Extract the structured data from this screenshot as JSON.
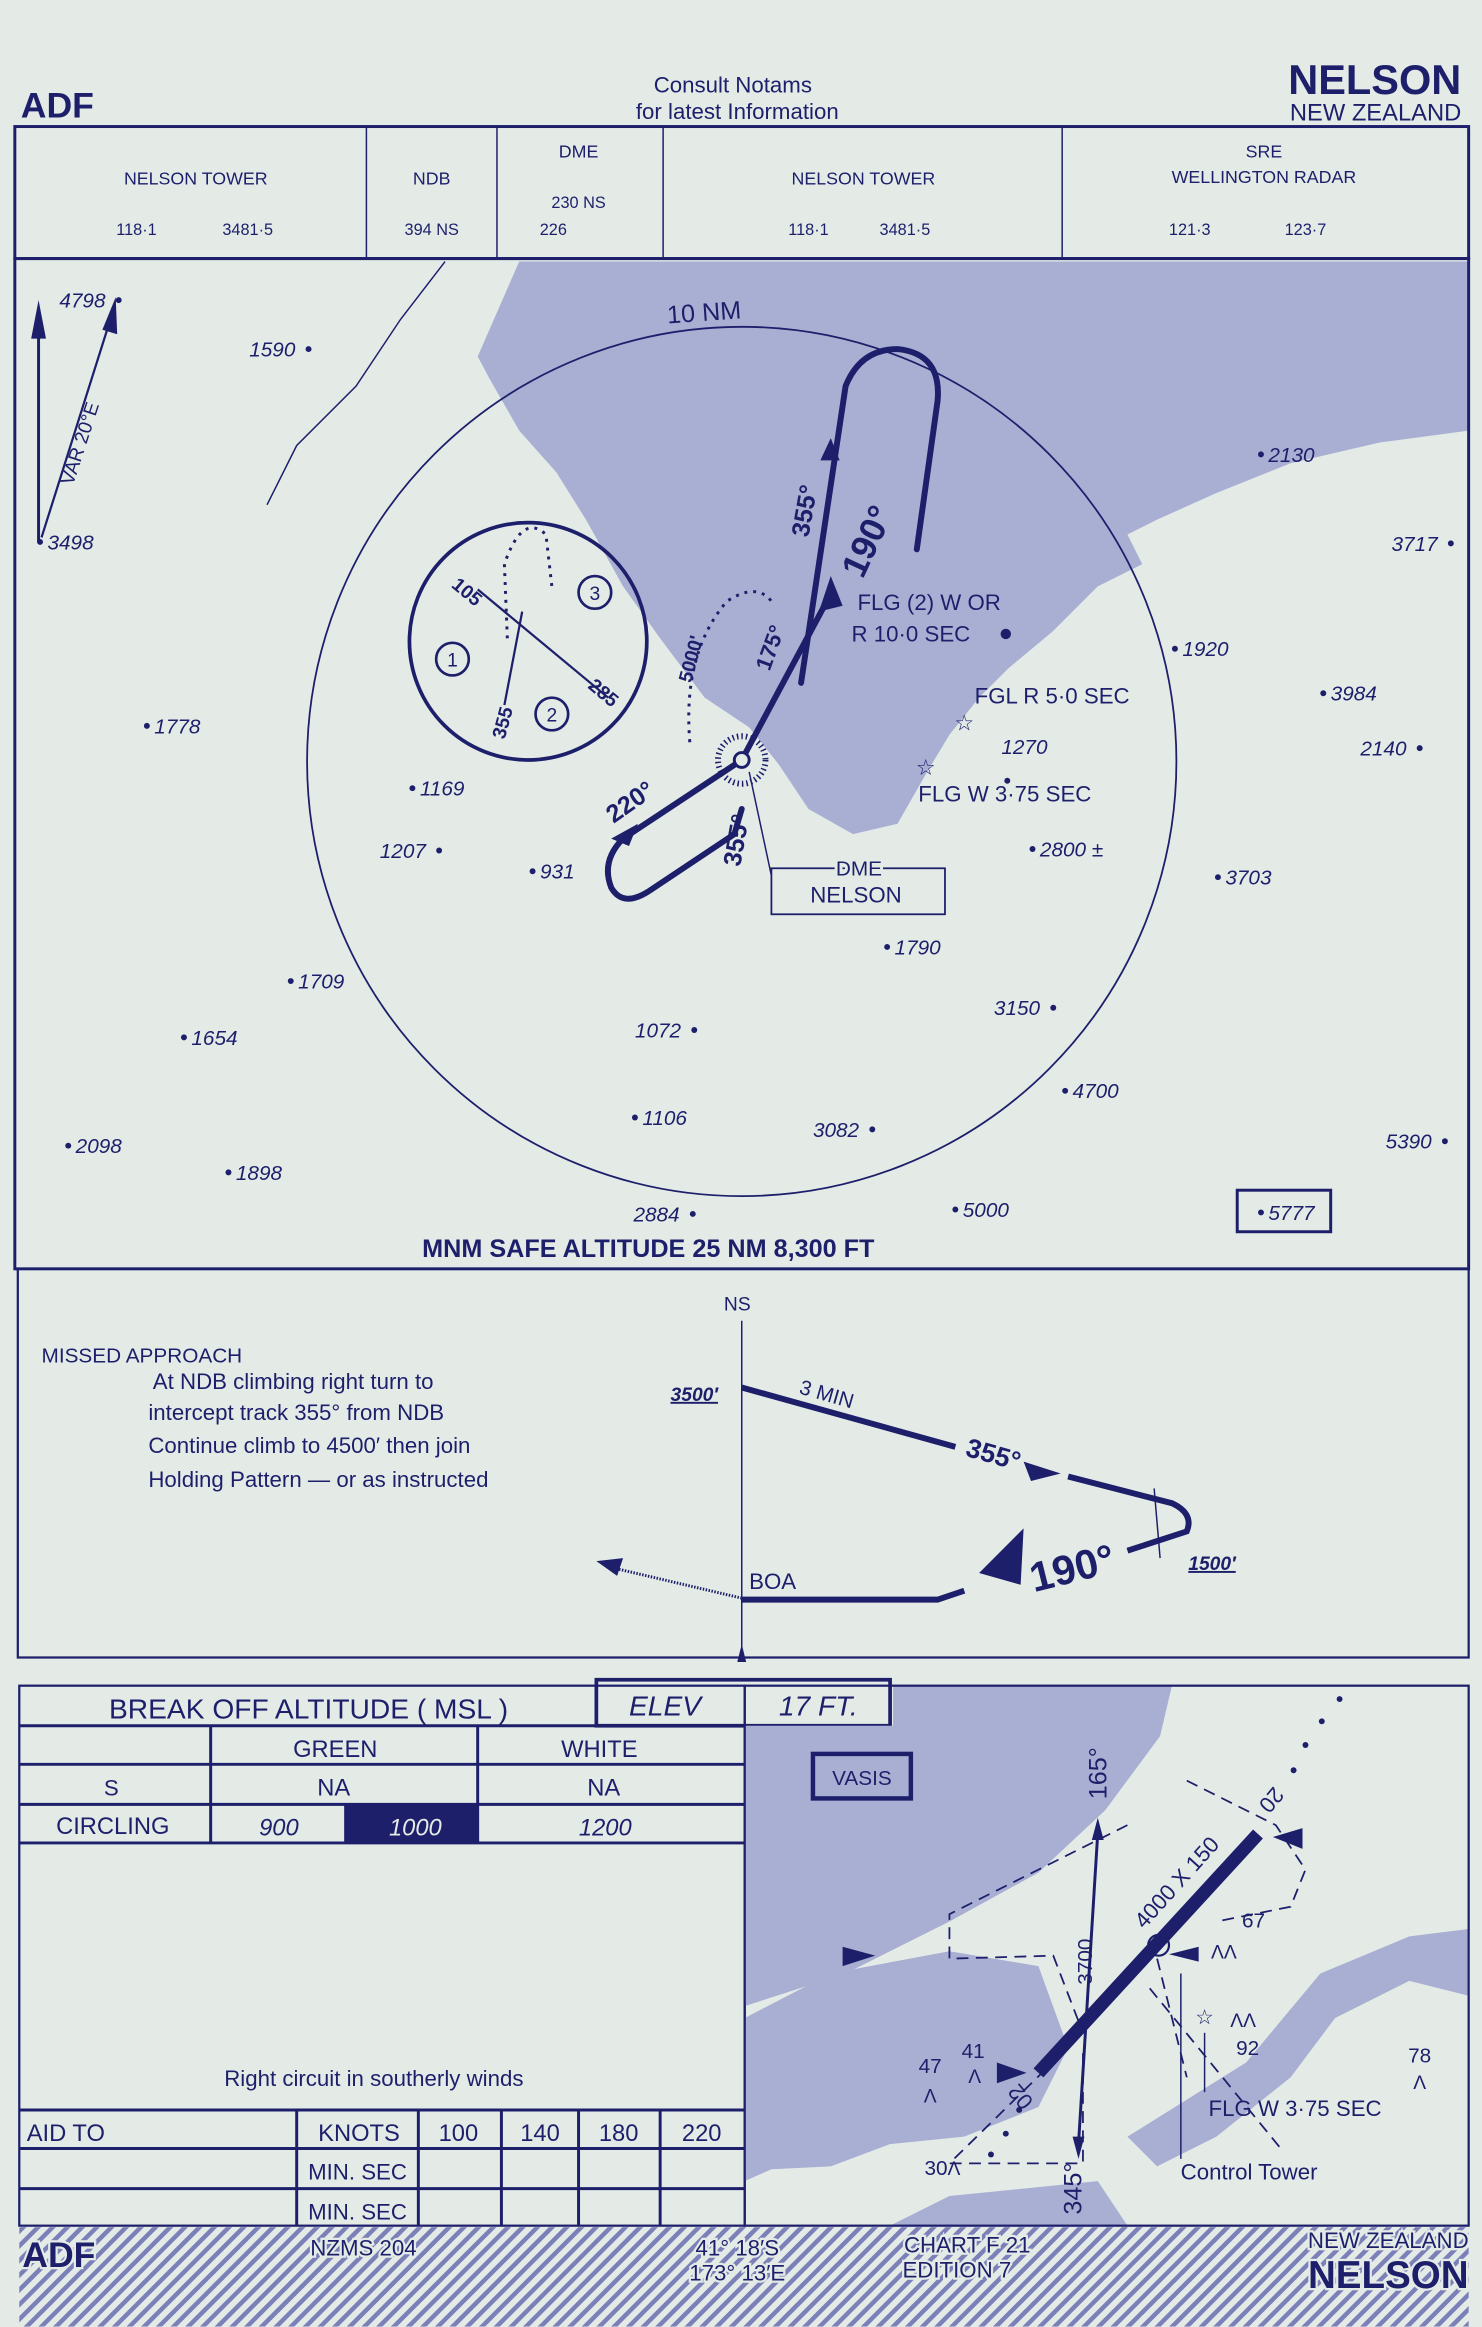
{
  "header": {
    "procedure": "ADF",
    "notice_line1": "Consult  Notams",
    "notice_line2": "for  latest  Information",
    "airport": "NELSON",
    "country": "NEW ZEALAND"
  },
  "frequencies": {
    "tower_left": {
      "label": "NELSON TOWER",
      "freq1": "118·1",
      "freq2": "3481·5"
    },
    "ndb": {
      "label": "NDB",
      "value": "394  NS"
    },
    "dme": {
      "label": "DME",
      "value1": "230   NS",
      "value2": "226"
    },
    "tower_right": {
      "label": "NELSON TOWER",
      "freq1": "118·1",
      "freq2": "3481·5"
    },
    "radar": {
      "label1": "SRE",
      "label2": "WELLINGTON RADAR",
      "freq1": "121·3",
      "freq2": "123·7"
    }
  },
  "plan": {
    "variation": "VAR 20°E",
    "range_ring": "10 NM",
    "hold_inset": {
      "brg1": "105",
      "brg2": "285",
      "brg3": "355",
      "sector1": "1",
      "sector2": "2",
      "sector3": "3"
    },
    "tracks": {
      "outbound": "355°",
      "inbound": "190°",
      "track175": "175°",
      "alt5000": "5000'",
      "track220": "220°",
      "track355b": "355°"
    },
    "lights": {
      "flg2": "FLG (2) W OR",
      "flg2b": "R 10·0 SEC",
      "fgl": "FGL  R  5·0 SEC",
      "flg": "FLG   W 3·75 SEC"
    },
    "dme_box": {
      "line1": "DME",
      "line2": "NELSON"
    },
    "spot_heights": [
      "4798",
      "1590",
      "3498",
      "2130",
      "3717",
      "1920",
      "3984",
      "2140",
      "1778",
      "1169",
      "1207",
      "931",
      "2800 ±",
      "3703",
      "1790",
      "1709",
      "1654",
      "3150",
      "1072",
      "4700",
      "1106",
      "3082",
      "5390",
      "2098",
      "1898",
      "2884",
      "5000",
      "1270"
    ],
    "boxed_height": "5777",
    "msa": "MNM SAFE ALTITUDE 25 NM  8,300 FT"
  },
  "profile": {
    "facility": "NS",
    "missed_title": "MISSED  APPROACH",
    "missed_lines": [
      "At NDB climbing right turn to",
      "intercept track 355°  from NDB",
      "Continue climb to 4500′ then join",
      "Holding Pattern — or as instructed"
    ],
    "alt_top": "3500′",
    "time": "3  MIN",
    "outbound": "355°",
    "inbound": "190°",
    "alt_bottom": "1500′",
    "boa": "BOA"
  },
  "boa_table": {
    "title": "BREAK  OFF  ALTITUDE ( MSL )",
    "elev_label": "ELEV",
    "elev_value": "17  FT.",
    "col_green": "GREEN",
    "col_white": "WHITE",
    "rows": [
      {
        "label": "S",
        "green": "NA",
        "white": "NA"
      },
      {
        "label": "CIRCLING",
        "green_a": "900",
        "green_b": "1000",
        "white": "1200"
      }
    ],
    "note": "Right circuit in southerly winds"
  },
  "speed_table": {
    "aid_label": "AID TO",
    "knots_label": "KNOTS",
    "speeds": [
      "100",
      "140",
      "180",
      "220"
    ],
    "row_label": "MIN. SEC"
  },
  "aerodrome": {
    "vasis": "VASIS",
    "runway": "4000 X 150",
    "rwy_02": "02",
    "rwy_20": "20",
    "hdg_165": "165°",
    "hdg_345": "345°",
    "dist": "3700",
    "heights": [
      "67",
      "92",
      "78",
      "47",
      "41",
      "30"
    ],
    "light": "FLG  W  3·75 SEC",
    "tower": "Control Tower"
  },
  "footer": {
    "procedure": "ADF",
    "map_ref": "NZMS  204",
    "lat": "41° 18′S",
    "lon": "173° 13′E",
    "chart": "CHART  F 21",
    "edition": "EDITION 7",
    "country": "NEW  ZEALAND",
    "airport": "NELSON"
  },
  "colors": {
    "ink": "#1d1f6b",
    "paper": "#e4ebe7",
    "land": "#a9afd3"
  }
}
